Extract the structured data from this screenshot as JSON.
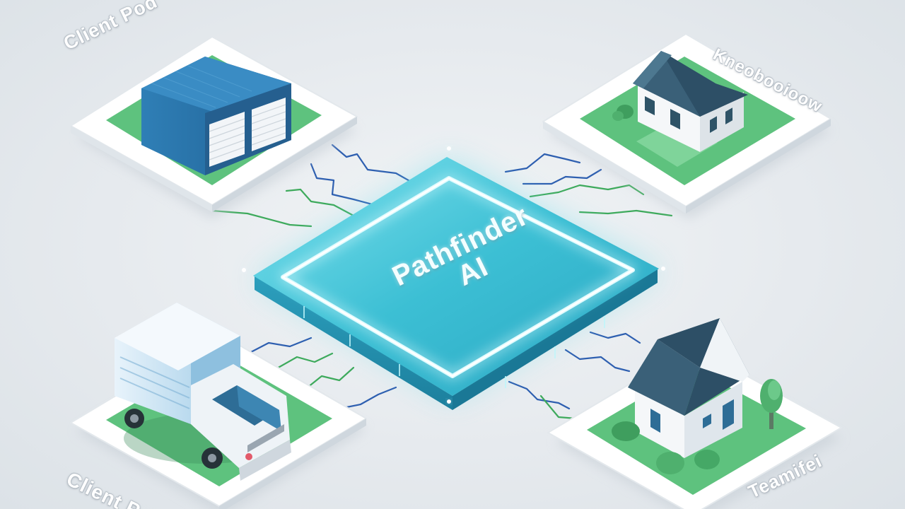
{
  "hub": {
    "line1": "Pathfinder",
    "line2": "AI"
  },
  "nodes": {
    "warehouse_label": "Client Pod",
    "house_top_label": "Kneobooioow",
    "truck_label": "Client P",
    "house_bottom_label": "Teamifei"
  },
  "colors": {
    "background": "#e7ebef",
    "platform": "#ffffff",
    "grass": "#5ec27e",
    "hub_glow": "#6ee8f2",
    "hub_body": "#2fb8cf",
    "route_blue": "#2e5fb0",
    "route_green": "#3eaa5c",
    "roof": "#33586f"
  },
  "icons": [
    "warehouse-icon",
    "house-icon",
    "truck-icon",
    "tree-icon"
  ]
}
